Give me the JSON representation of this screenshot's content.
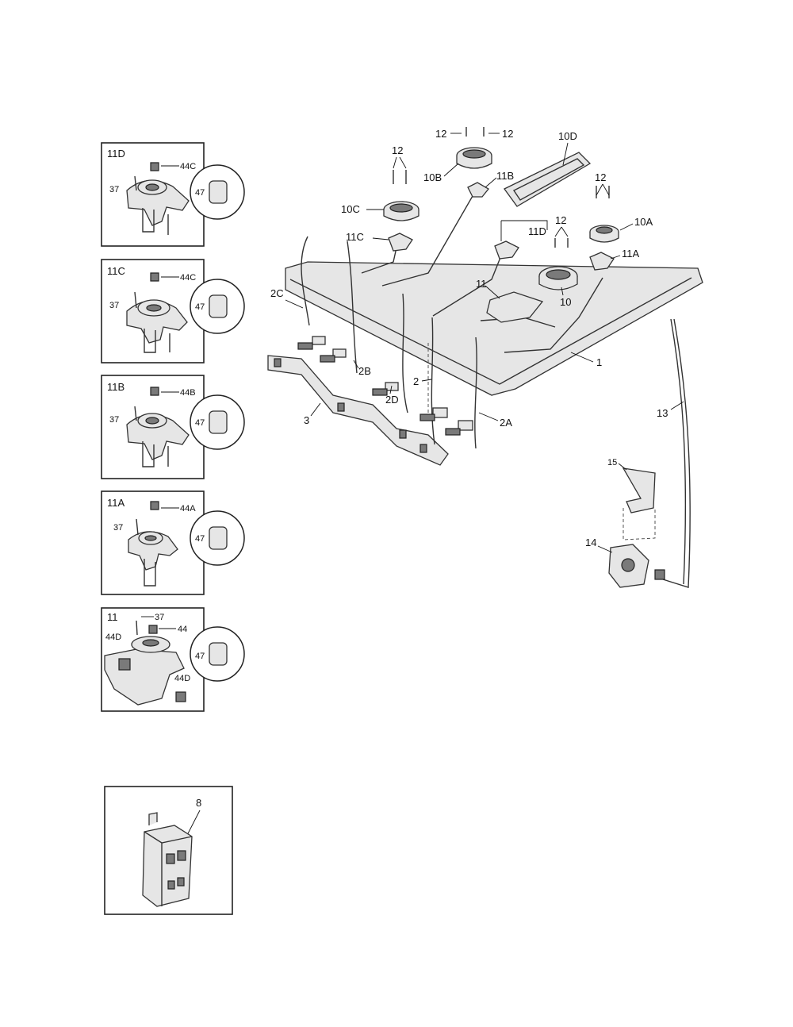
{
  "inset_panels": [
    {
      "title": "11D",
      "labels": [
        "37",
        "44C",
        "47"
      ]
    },
    {
      "title": "11C",
      "labels": [
        "37",
        "44C",
        "47"
      ]
    },
    {
      "title": "11B",
      "labels": [
        "37",
        "44B",
        "47"
      ]
    },
    {
      "title": "11A",
      "labels": [
        "37",
        "44A",
        "47"
      ]
    },
    {
      "title": "11",
      "labels": [
        "37",
        "44",
        "44D",
        "44D",
        "47"
      ]
    }
  ],
  "switch_panel": {
    "label": "8"
  },
  "callouts": {
    "c12a": "12",
    "c12b": "12",
    "c12c": "12",
    "c12d": "12",
    "c12e": "12",
    "c10D": "10D",
    "c10B": "10B",
    "c11B": "11B",
    "c10C": "10C",
    "c11C": "11C",
    "c10A": "10A",
    "c11D": "11D",
    "c11A": "11A",
    "c11": "11",
    "c10": "10",
    "c2C": "2C",
    "c2B": "2B",
    "c2D": "2D",
    "c2": "2",
    "c2A": "2A",
    "c1": "1",
    "c3": "3",
    "c13": "13",
    "c15": "15",
    "c14": "14"
  }
}
